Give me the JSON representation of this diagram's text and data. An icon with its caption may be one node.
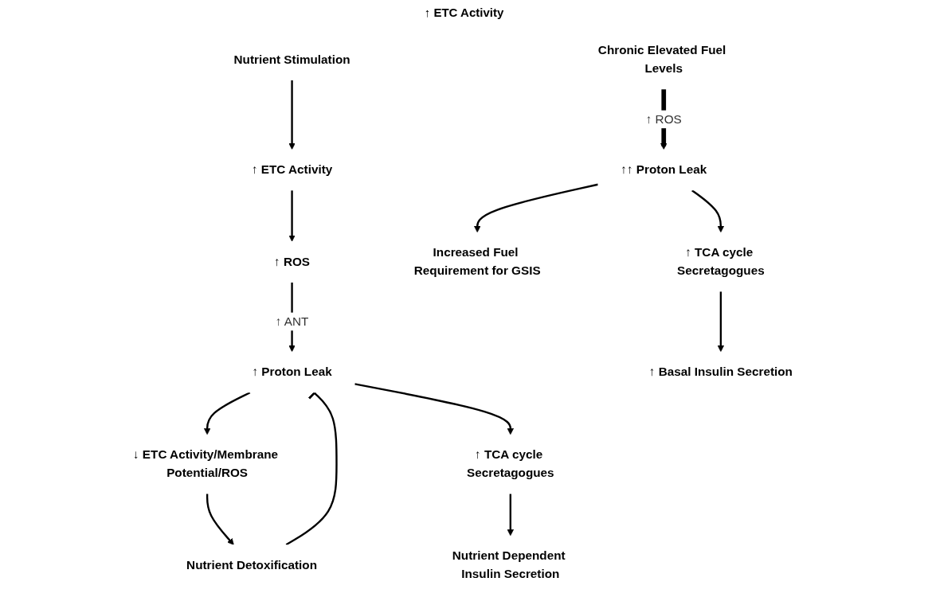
{
  "diagram": {
    "nodes": [
      {
        "text": [
          "Nutrient Stimulation"
        ]
      },
      {
        "text": [
          "↑ ETC Activity"
        ]
      },
      {
        "text": [
          "↑ ROS"
        ]
      },
      {
        "text": [
          "↑ Proton Leak"
        ]
      },
      {
        "text": [
          "↑ TCA cycle Secretagogues"
        ]
      },
      {
        "text": [
          "↓ ETC Activity/Membrane Potential/ROS"
        ]
      },
      {
        "text": [
          "Nutrient Dependent Insulin Secretion"
        ]
      },
      {
        "text": [
          "Nutrient Detoxification"
        ]
      },
      {
        "text": [
          "Chronic Elevated Fuel Levels"
        ]
      },
      {
        "text": [
          "↑↑ Proton Leak"
        ]
      },
      {
        "text": [
          "Increased Fuel Requirement for GSIS"
        ]
      },
      {
        "text": [
          "↑ TCA cycle Secretagogues"
        ]
      },
      {
        "text": [
          "↑ Basal Insulin Secretion"
        ]
      }
    ],
    "edges": [
      {
        "from": 0,
        "to": 1,
        "arrow": "to"
      },
      {
        "from": 1,
        "to": 2,
        "arrow": "to"
      },
      {
        "from": 2,
        "to": 3,
        "arrow": "to",
        "label": "↑ ANT"
      },
      {
        "from": 3,
        "to": 5,
        "arrow": "to"
      },
      {
        "from": 3,
        "to": 4,
        "arrow": "to"
      },
      {
        "from": 4,
        "to": 6,
        "arrow": "to"
      },
      {
        "from": 5,
        "to": 7,
        "arrow": "to"
      },
      {
        "from": 7,
        "to": 3,
        "arrow": "other"
      },
      {
        "from": 8,
        "to": 9,
        "arrow": "to",
        "style": "thick",
        "label": "↑ ROS"
      },
      {
        "from": 9,
        "to": 10,
        "arrow": "to"
      },
      {
        "from": 9,
        "to": 11,
        "arrow": "to"
      },
      {
        "from": 11,
        "to": 12,
        "arrow": "to"
      }
    ],
    "labels": [
      "↑ ETC Activity"
    ]
  }
}
